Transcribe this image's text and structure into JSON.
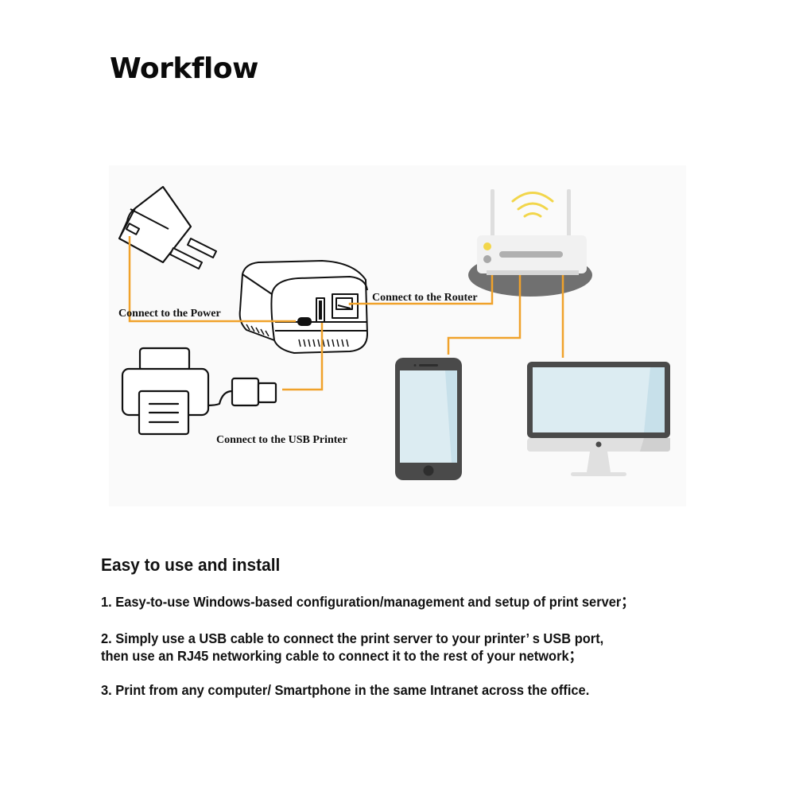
{
  "header": {
    "title": "Workflow"
  },
  "diagram": {
    "labels": {
      "power": "Connect to  the Power",
      "router": "Connect to the Router",
      "usb_printer": "Connect to the USB Printer"
    },
    "nodes": [
      {
        "name": "power-adapter",
        "icon": "power-adapter-icon"
      },
      {
        "name": "print-server",
        "icon": "print-server-icon"
      },
      {
        "name": "printer",
        "icon": "printer-icon"
      },
      {
        "name": "usb-plug",
        "icon": "usb-plug-icon"
      },
      {
        "name": "router",
        "icon": "wifi-router-icon"
      },
      {
        "name": "smartphone",
        "icon": "smartphone-icon"
      },
      {
        "name": "desktop-computer",
        "icon": "monitor-icon"
      }
    ],
    "colors": {
      "connector": "#f0a22b",
      "wifi": "#f2d64b",
      "device_dark": "#4a4a4a",
      "screen": "#dcecf2",
      "router_body": "#f1f1f1",
      "router_base": "#707070"
    }
  },
  "features": {
    "title": "Easy to use and install",
    "items": [
      "1. Easy-to-use Windows-based configuration/management and setup of print server；",
      "2. Simply use a USB cable to connect the print server to your printer’ s USB port,\nthen use an RJ45 networking cable to connect it to the rest of your network；",
      "3. Print from any computer/ Smartphone in the same Intranet across the office."
    ]
  }
}
